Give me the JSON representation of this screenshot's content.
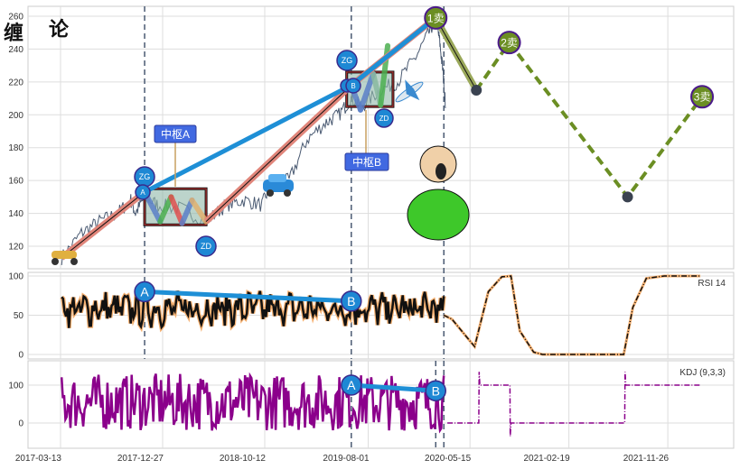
{
  "chart_data": [
    {
      "type": "line",
      "panel": "price",
      "ylim": [
        100.8,
        266
      ],
      "yticks": [
        120,
        140,
        160,
        180,
        200,
        220,
        240,
        260
      ],
      "grid": true,
      "price_series": [
        [
          "2017-03-16",
          113
        ],
        [
          "2017-05-11",
          128
        ],
        [
          "2017-07-01",
          135
        ],
        [
          "2017-08-21",
          140
        ],
        [
          "2017-09-28",
          148
        ],
        [
          "2017-10-11",
          140
        ],
        [
          "2017-11-06",
          150
        ],
        [
          "2017-12-14",
          145
        ],
        [
          "2018-02-16",
          143
        ],
        [
          "2018-04-29",
          135
        ],
        [
          "2018-06-24",
          145
        ],
        [
          "2018-08-14",
          148
        ],
        [
          "2018-10-04",
          145
        ],
        [
          "2018-10-30",
          158
        ],
        [
          "2018-12-20",
          160
        ],
        [
          "2019-02-09",
          185
        ],
        [
          "2019-04-01",
          195
        ],
        [
          "2019-05-10",
          200
        ],
        [
          "2019-06-14",
          210
        ],
        [
          "2019-07-13",
          205
        ],
        [
          "2019-09-02",
          215
        ],
        [
          "2019-10-23",
          220
        ],
        [
          "2019-12-13",
          235
        ],
        [
          "2020-01-20",
          250
        ],
        [
          "2020-02-08",
          259
        ],
        [
          "2020-02-19",
          245
        ],
        [
          "2020-02-29",
          225
        ],
        [
          "2020-03-07",
          205
        ]
      ],
      "bi_strokes": [
        [
          "2017-03-16",
          113
        ],
        [
          "2017-11-06",
          153
        ],
        [
          "2018-04-29",
          135
        ],
        [
          "2019-06-14",
          218
        ],
        [
          "2020-02-08",
          259
        ],
        [
          "2020-06-02",
          215
        ]
      ],
      "segment": [
        [
          "2017-11-06",
          153
        ],
        [
          "2019-06-14",
          218
        ],
        [
          "2020-02-08",
          259
        ]
      ],
      "projection": [
        [
          "2020-06-02",
          215
        ],
        [
          "2020-09-03",
          244
        ],
        [
          "2021-08-04",
          150
        ],
        [
          "2022-03-03",
          211
        ]
      ],
      "zhongshu": [
        {
          "label": "中枢A",
          "start": "2017-11-06",
          "end": "2018-04-29",
          "zg": 155,
          "zd": 133,
          "zg_label": "ZG",
          "zd_label": "ZD"
        },
        {
          "label": "中枢B",
          "start": "2019-06-01",
          "end": "2019-10-10",
          "zg": 226,
          "zd": 205,
          "zg_label": "ZG",
          "zd_label": "ZD"
        }
      ],
      "points": [
        {
          "label": "A",
          "date": "2017-11-06",
          "value": 153
        },
        {
          "label": "B",
          "date": "2019-06-14",
          "value": 218
        }
      ],
      "sell_points": [
        {
          "label": "1卖",
          "date": "2020-02-08",
          "value": 259
        },
        {
          "label": "2卖",
          "date": "2020-09-03",
          "value": 244
        },
        {
          "label": "3卖",
          "date": "2022-03-03",
          "value": 211
        }
      ],
      "vlines": [
        "2017-11-06",
        "2019-06-14",
        "2020-03-02"
      ],
      "title_text": [
        "缠",
        "论"
      ],
      "colors": {
        "price": "#4a5a72",
        "stroke_fill": "#e0857a",
        "segment": "#1e8fd6",
        "projection": "#6b8e23",
        "marker": "#1e88d4",
        "sell": "#6b8e23"
      }
    },
    {
      "type": "line",
      "panel": "rsi",
      "legend": "RSI 14",
      "ylim": [
        0,
        100
      ],
      "yticks": [
        0,
        50,
        100
      ],
      "history_range": [
        28,
        88
      ],
      "projection": [
        [
          "2020-03-02",
          50
        ],
        [
          "2020-03-25",
          45
        ],
        [
          "2020-05-28",
          10
        ],
        [
          "2020-07-06",
          80
        ],
        [
          "2020-08-13",
          99
        ],
        [
          "2020-09-08",
          100
        ],
        [
          "2020-10-03",
          30
        ],
        [
          "2020-11-11",
          3
        ],
        [
          "2020-12-06",
          0
        ],
        [
          "2021-07-24",
          0
        ],
        [
          "2021-08-19",
          60
        ],
        [
          "2021-09-26",
          97
        ],
        [
          "2021-11-16",
          100
        ],
        [
          "2022-02-26",
          100
        ]
      ],
      "points": [
        {
          "label": "A",
          "date": "2017-11-06",
          "value": 80
        },
        {
          "label": "B",
          "date": "2019-06-14",
          "value": 68
        }
      ]
    },
    {
      "type": "line",
      "panel": "kdj",
      "legend": "KDJ (9,3,3)",
      "ylim": [
        -67,
        164
      ],
      "yticks": [
        0,
        100
      ],
      "history_range": [
        -30,
        140
      ],
      "projection": [
        [
          "2020-03-12",
          0
        ],
        [
          "2020-06-09",
          0
        ],
        [
          "2020-06-10",
          135
        ],
        [
          "2020-06-12",
          100
        ],
        [
          "2020-09-05",
          100
        ],
        [
          "2020-09-06",
          -35
        ],
        [
          "2020-09-08",
          0
        ],
        [
          "2021-07-27",
          0
        ],
        [
          "2021-07-28",
          135
        ],
        [
          "2021-07-30",
          100
        ],
        [
          "2022-02-26",
          100
        ]
      ],
      "points": [
        {
          "label": "A",
          "date": "2019-06-14",
          "value": 100
        },
        {
          "label": "B",
          "date": "2020-02-08",
          "value": 85
        }
      ],
      "vlines": [
        "2019-06-14",
        "2020-02-08",
        "2020-03-02"
      ]
    }
  ],
  "x_ticks": [
    "2017-03-13",
    "2017-12-27",
    "2018-10-12",
    "2019-08-01",
    "2020-05-15",
    "2021-02-19",
    "2021-11-26"
  ]
}
